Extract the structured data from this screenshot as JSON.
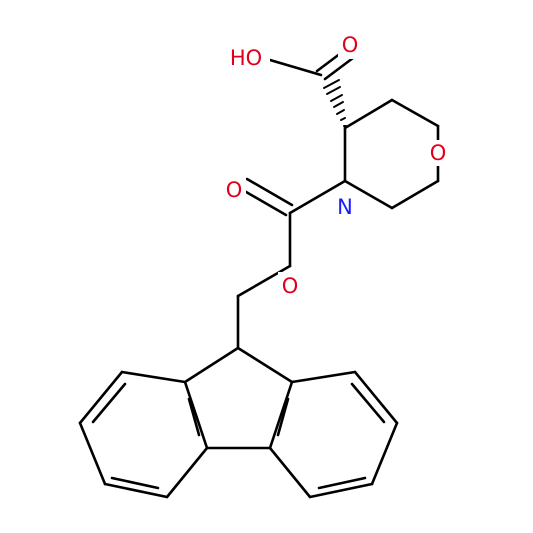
{
  "structure": {
    "labels": {
      "acid_hydroxyl": "HO",
      "acid_carbonyl_oxygen": "O",
      "ring_oxygen": "O",
      "ring_nitrogen": "N",
      "carbamate_carbonyl_oxygen": "O",
      "ester_oxygen": "O"
    },
    "colors": {
      "bond": "#000000",
      "oxygen": "#e0001b",
      "nitrogen": "#1a1aff",
      "background": "#ffffff"
    },
    "stereo_bond": "hashed-wedge"
  }
}
